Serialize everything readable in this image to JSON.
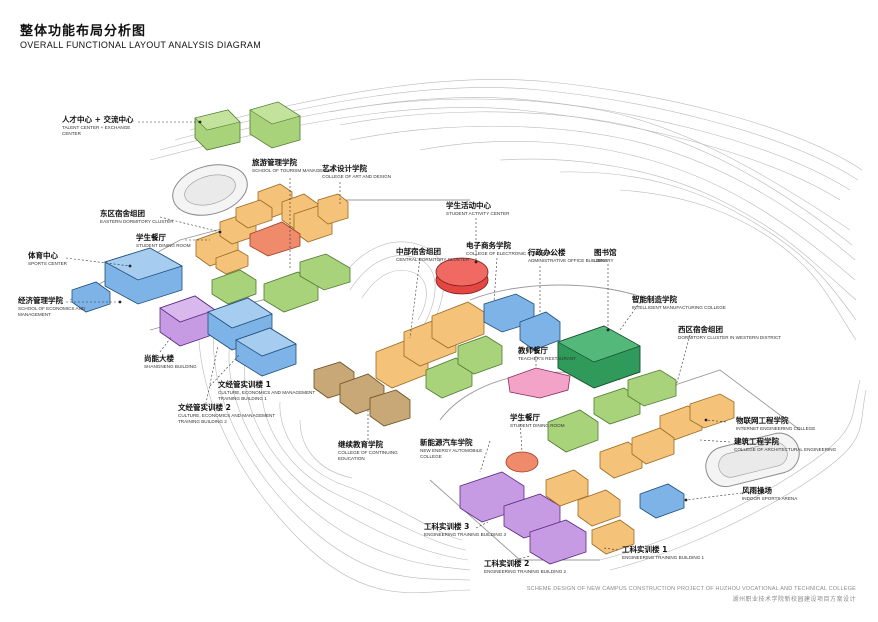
{
  "header": {
    "title_cn": "整体功能布局分析图",
    "title_en": "OVERALL FUNCTIONAL LAYOUT ANALYSIS DIAGRAM"
  },
  "colors": {
    "green": "#a8d37a",
    "orange": "#f5c27a",
    "blue": "#7eb3e8",
    "purple": "#c79be3",
    "pink": "#f3a3c7",
    "red": "#e4473f",
    "brown": "#c9a877",
    "dark_green": "#2f9a5a",
    "coral": "#ef8a6a",
    "contour": "#b4b4b4"
  },
  "labels": [
    {
      "cn": "人才中心 + 交流中心",
      "en": "TALENT CENTER + EXCHANGE CENTER"
    },
    {
      "cn": "旅游管理学院",
      "en": "SCHOOL OF TOURISM MANAGEMENT"
    },
    {
      "cn": "艺术设计学院",
      "en": "COLLEGE OF ART AND DESIGN"
    },
    {
      "cn": "东区宿舍组团",
      "en": "EASTERN DORMITORY CLUSTER"
    },
    {
      "cn": "学生餐厅",
      "en": "STUDENT DINING ROOM"
    },
    {
      "cn": "体育中心",
      "en": "SPORTS CENTER"
    },
    {
      "cn": "经济管理学院",
      "en": "SCHOOL OF ECONOMICS AND MANAGEMENT"
    },
    {
      "cn": "尚能大楼",
      "en": "SHANGNENG BUILDING"
    },
    {
      "cn": "文经管实训楼 1",
      "en": "CULTURE, ECONOMICS AND MANAGEMENT TRAINING BUILDING 1"
    },
    {
      "cn": "文经管实训楼 2",
      "en": "CULTURE, ECONOMICS AND MANAGEMENT TRAINING BUILDING 2"
    },
    {
      "cn": "学生活动中心",
      "en": "STUDENT ACTIVITY CENTER"
    },
    {
      "cn": "中部宿舍组团",
      "en": "CENTRAL DORMITORY CLUSTER"
    },
    {
      "cn": "电子商务学院",
      "en": "COLLEGE OF ELECTRONIC COMMERCE"
    },
    {
      "cn": "行政办公楼",
      "en": "ADMINISTRATIVE OFFICE BUILDING"
    },
    {
      "cn": "图书馆",
      "en": "LIBRARY"
    },
    {
      "cn": "智能制造学院",
      "en": "INTELLIGENT MANUFACTURING COLLEGE"
    },
    {
      "cn": "西区宿舍组团",
      "en": "DORMITORY CLUSTER IN WESTERN DISTRICT"
    },
    {
      "cn": "教师餐厅",
      "en": "TEACHER'S RESTAURANT"
    },
    {
      "cn": "学生餐厅",
      "en": "STUDENT DINING ROOM"
    },
    {
      "cn": "继续教育学院",
      "en": "COLLEGE OF CONTINUING EDUCATION"
    },
    {
      "cn": "新能源汽车学院",
      "en": "NEW ENERGY AUTOMOBILE COLLEGE"
    },
    {
      "cn": "物联网工程学院",
      "en": "INTERNET ENGINEERING COLLEGE"
    },
    {
      "cn": "建筑工程学院",
      "en": "COLLEGE OF ARCHITECTURAL ENGINEERING"
    },
    {
      "cn": "风雨操场",
      "en": "INDOOR SPORTS ARENA"
    },
    {
      "cn": "工科实训楼 3",
      "en": "ENGINEERING TRAINING BUILDING 3"
    },
    {
      "cn": "工科实训楼 2",
      "en": "ENGINEERING TRAINING BUILDING 2"
    },
    {
      "cn": "工科实训楼 1",
      "en": "ENGINEERING TRAINING BUILDING 1"
    }
  ],
  "footer": {
    "en": "SCHEME DESIGN OF NEW CAMPUS CONSTRUCTION PROJECT OF HUZHOU VOCATIONAL AND TECHNICAL COLLEGE",
    "cn": "湖州职业技术学院新校园建设项目方案设计"
  }
}
